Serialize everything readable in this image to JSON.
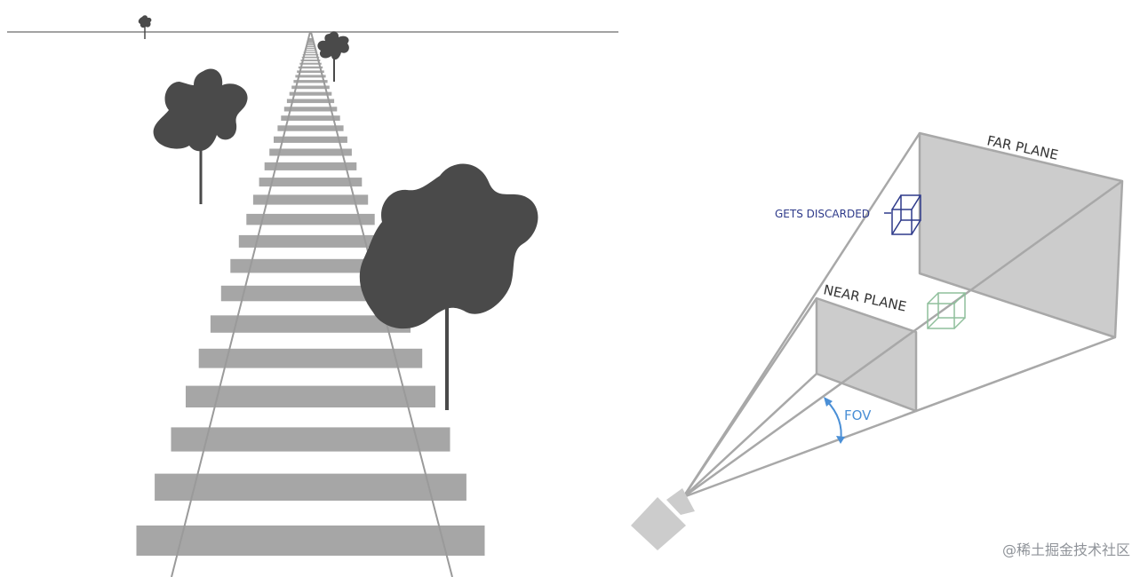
{
  "diagram": {
    "far_plane_label": "FAR PLANE",
    "near_plane_label": "NEAR PLANE",
    "discarded_label": "GETS DISCARDED",
    "fov_label": "FOV"
  },
  "watermark": "@稀土掘金技术社区",
  "colors": {
    "tree": "#4a4a4a",
    "sleeper": "#a6a6a6",
    "rail": "#9a9a9a",
    "plane_fill": "#cccccc",
    "frustum_line": "#a8a8a8",
    "discarded_cube": "#2e3a8a",
    "kept_cube": "#8fbf9c",
    "fov": "#4a8fd6",
    "label_text": "#333333"
  }
}
